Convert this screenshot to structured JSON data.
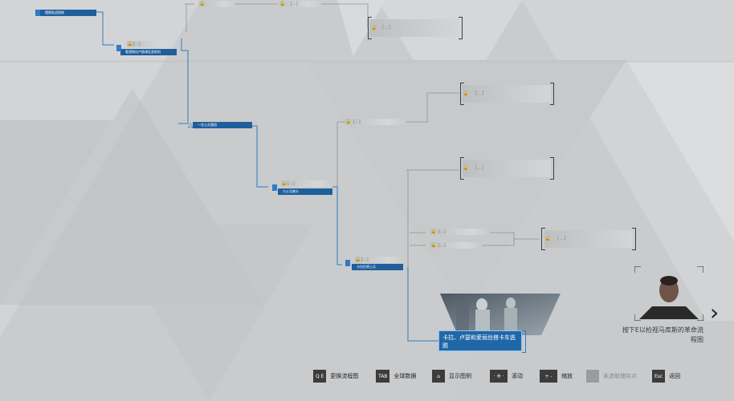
{
  "flow_nodes": {
    "n1": "摆脱陆战国统",
    "n2": "看潜格向卢瑟调证身前别",
    "n3": "一名士兵堕阻",
    "n4": "与士兵携头",
    "n5": "卡拉仍将土兵",
    "locked": "[...]",
    "lock_icon": "🔒"
  },
  "featured_node": {
    "label": "卡拉、卢瑟和爱丽丝搭卡车逃脱"
  },
  "side_panel": {
    "text": "按下E以检视马库斯的革命流程图",
    "arrow": "›"
  },
  "hints": [
    {
      "keys": "Q E",
      "label": "更换流程图"
    },
    {
      "keys": "TAB",
      "label": "全球数据"
    },
    {
      "keys": "⌂",
      "label": "显示图例"
    },
    {
      "keys": "· ✣ ·",
      "label": "滚动"
    },
    {
      "keys": "+ -",
      "label": "缩放"
    },
    {
      "keys": "",
      "label": "未选取储存点"
    },
    {
      "keys": "Esc",
      "label": "返回"
    }
  ],
  "colors": {
    "accent": "#1f5f9c",
    "lock": "#e43b2c",
    "line": "#2f7bc4",
    "bg": "#c9cbcd"
  }
}
